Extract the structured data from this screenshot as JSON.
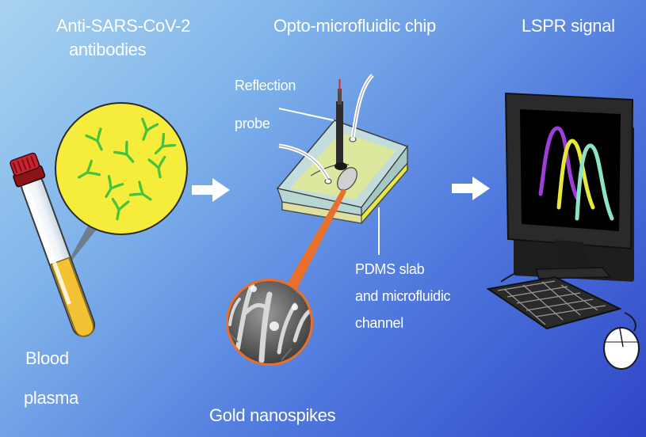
{
  "labels": {
    "antibodies_line1": "Anti-SARS-CoV-2",
    "antibodies_line2": "antibodies",
    "chip_title": "Opto-microfluidic chip",
    "lspr_title": "LSPR signal",
    "probe_line1": "Reflection",
    "probe_line2": "probe",
    "pdms_line1": "PDMS slab",
    "pdms_line2": "and microfluidic",
    "pdms_line3": "channel",
    "blood_line1": "Blood",
    "blood_line2": "plasma",
    "gold": "Gold nanospikes"
  },
  "icons": [
    "blood-tube-icon",
    "antibody-icon",
    "arrow-right-icon",
    "microfluidic-chip-icon",
    "reflection-probe-icon",
    "nanospikes-micrograph-icon",
    "computer-monitor-icon",
    "keyboard-icon",
    "mouse-icon"
  ],
  "colors": {
    "background_light": "#a9d3f0",
    "background_dark": "#2f46c8",
    "antibody_circle": "#f5ec3c",
    "antibody": "#46c23d",
    "tube_cap": "#b3202a",
    "plasma": "#f2c234",
    "nanospike_ring": "#e8702a",
    "spectrum_peak_1": "#9c3fd6",
    "spectrum_peak_2": "#e6e83a",
    "spectrum_peak_3": "#8de3c6"
  }
}
